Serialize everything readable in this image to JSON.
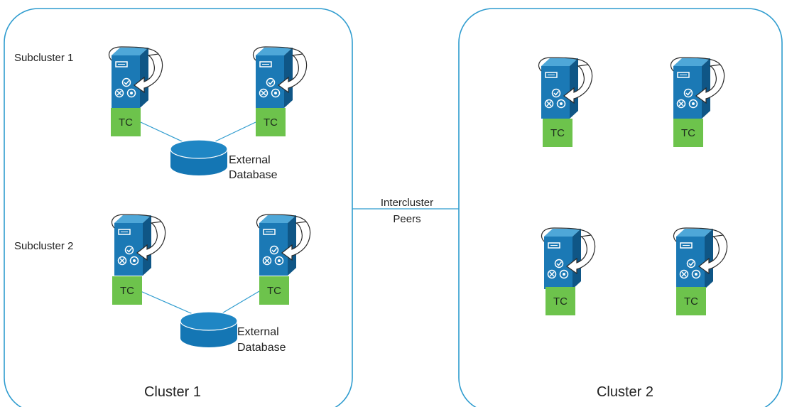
{
  "clusters": [
    {
      "label": "Cluster 1"
    },
    {
      "label": "Cluster 2"
    }
  ],
  "subclusters": [
    {
      "label": "Subcluster 1"
    },
    {
      "label": "Subcluster 2"
    }
  ],
  "node": {
    "label": "TC",
    "icon": "server-icon"
  },
  "database": {
    "line1": "External",
    "line2": "Database",
    "icon": "database-icon"
  },
  "peering": {
    "line1": "Intercluster",
    "line2": "Peers"
  },
  "colors": {
    "line": "#2f9ccf",
    "server_front": "#1b79b5",
    "server_side": "#0f5686",
    "tc_box": "#6dc34c",
    "database": "#1476b4"
  }
}
